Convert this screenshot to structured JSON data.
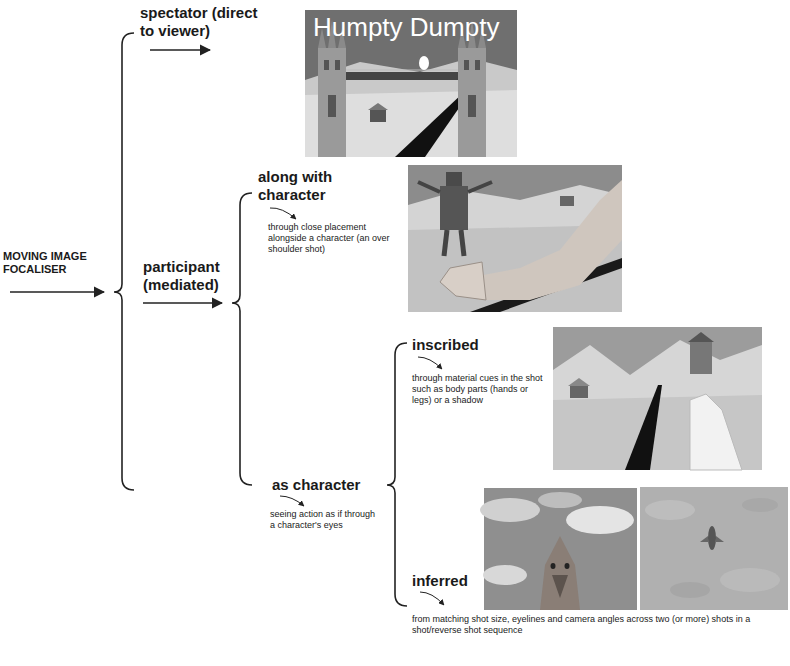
{
  "diagram": {
    "labels": [
      "MOVING IMAGE FOCALISER",
      "spectator (direct to viewer)",
      "Humpty Dumpty",
      "participant (mediated)",
      "along with character",
      "through close placement alongside a character (an over shoulder shot)",
      "as character",
      "seeing action as if through a character's eyes",
      "inscribed",
      "through material cues in the shot such as body parts (hands or legs) or a shadow",
      "inferred",
      "from matching shot size, eyelines and camera angles across two (or more) shots in a shot/reverse shot sequence"
    ]
  }
}
